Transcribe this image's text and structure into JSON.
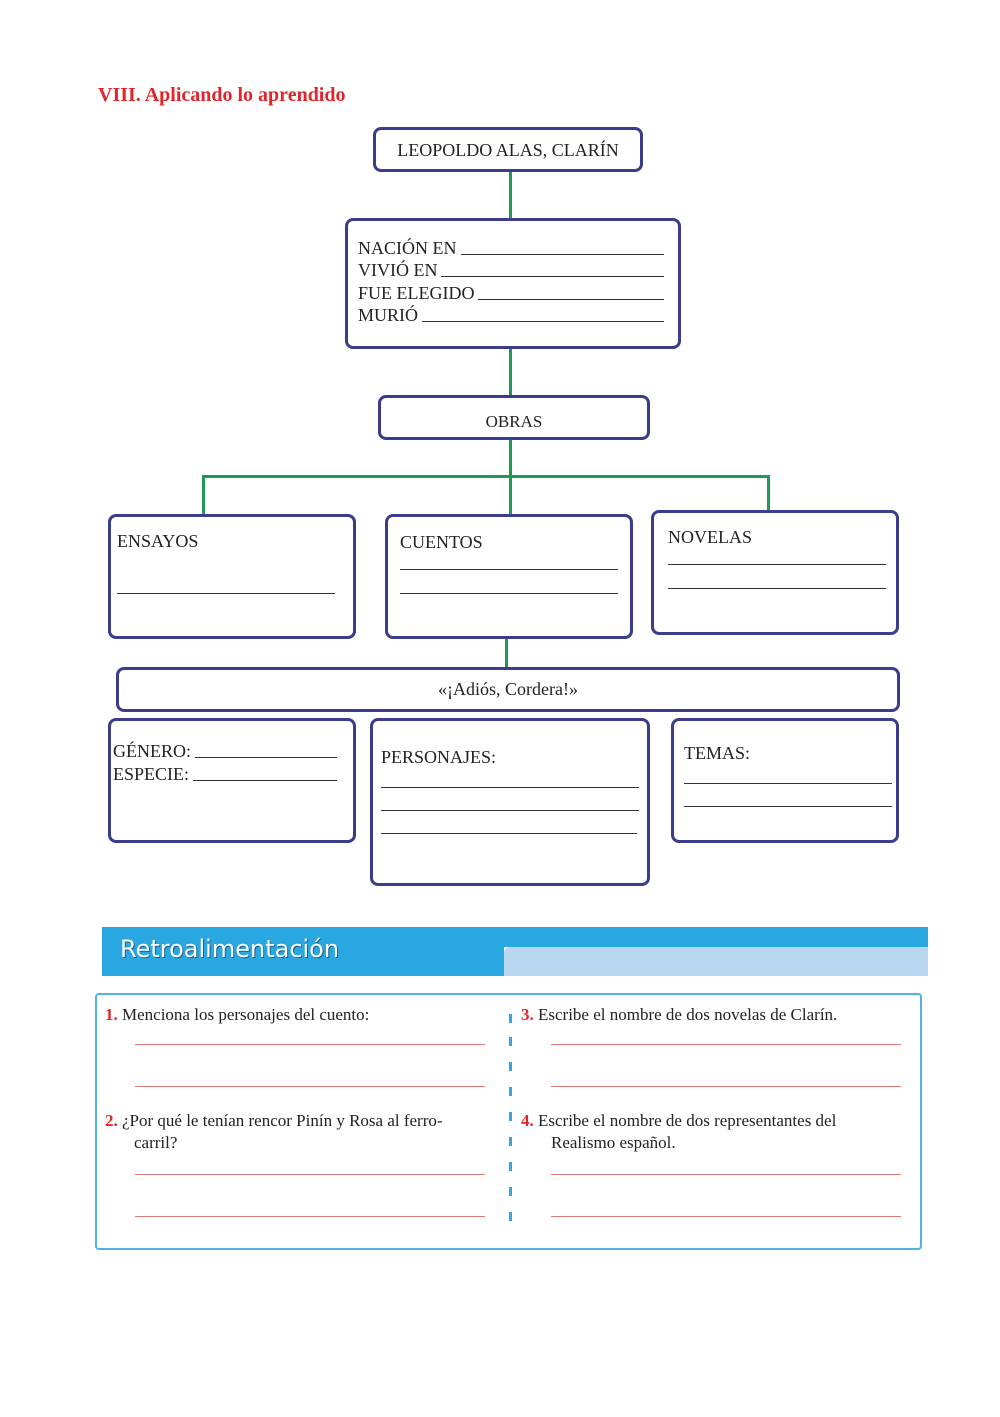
{
  "section_title": "VIII. Aplicando lo aprendido",
  "map": {
    "author": "LEOPOLDO ALAS, CLARÍN",
    "bio": [
      "NACIÓN EN",
      "VIVIÓ EN",
      "FUE ELEGIDO",
      "MURIÓ"
    ],
    "obras": "OBRAS",
    "ensayos": "ENSAYOS",
    "cuentos": "CUENTOS",
    "novelas": "NOVELAS",
    "story": "«¡Adiós, Cordera!»",
    "genero": "GÉNERO:",
    "especie": "ESPECIE:",
    "personajes": "PERSONAJES:",
    "temas": "TEMAS:"
  },
  "feedback": {
    "header": "Retroalimentación",
    "questions": [
      {
        "num": "1.",
        "text": "Menciona los personajes del cuento:"
      },
      {
        "num": "2.",
        "text": "¿Por qué le tenían rencor Pinín y Rosa al ferro-",
        "text2": "carril?"
      },
      {
        "num": "3.",
        "text": "Escribe el nombre de dos novelas de Clarín."
      },
      {
        "num": "4.",
        "text": "Escribe el nombre de dos representantes del",
        "text2": "Realismo español."
      }
    ]
  },
  "colors": {
    "accent_red": "#e0262c",
    "box_border": "#3b3d8c",
    "connector": "#1e9a55",
    "band_blue": "#29a7e1"
  }
}
